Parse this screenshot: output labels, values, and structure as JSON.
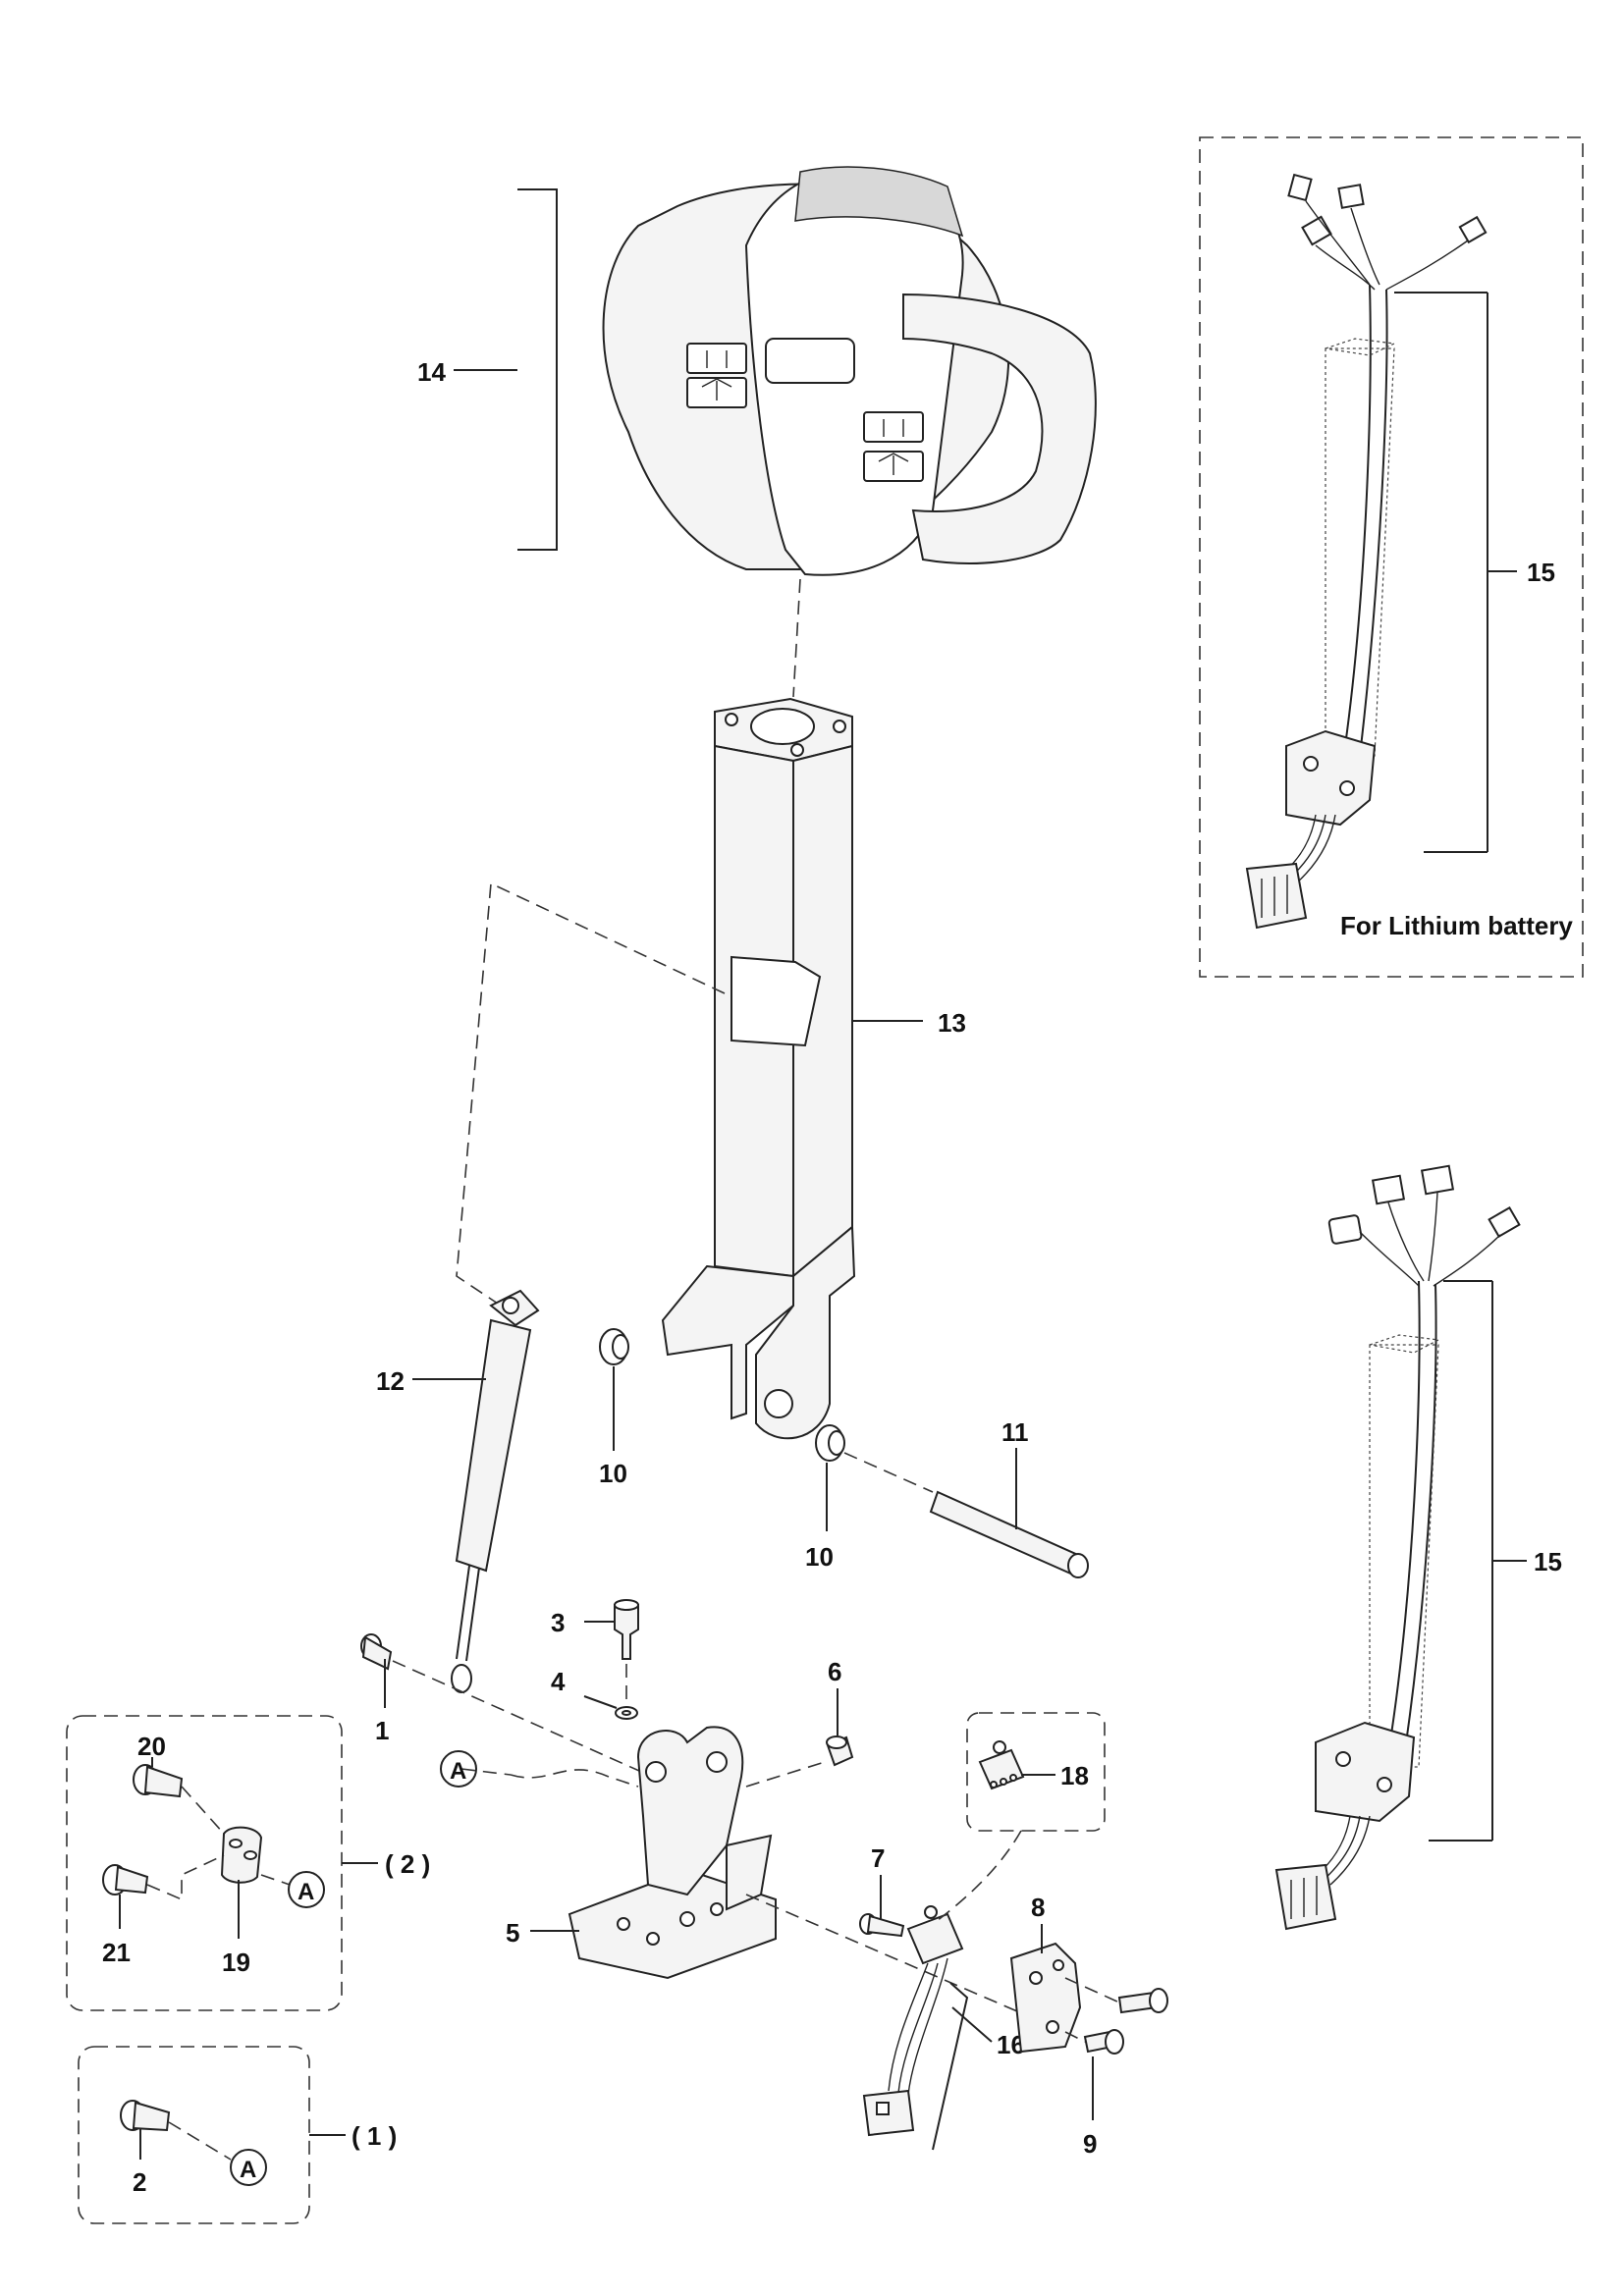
{
  "callouts": {
    "c1": "1",
    "c2": "2",
    "c3": "3",
    "c4": "4",
    "c5": "5",
    "c6": "6",
    "c7": "7",
    "c8": "8",
    "c9": "9",
    "c10a": "10",
    "c10b": "10",
    "c11": "11",
    "c12": "12",
    "c13": "13",
    "c14": "14",
    "c15a": "15",
    "c15b": "15",
    "c16": "16",
    "c18": "18",
    "c19": "19",
    "c20": "20",
    "c21": "21"
  },
  "groups": {
    "g1": "( 1 )",
    "g2": "( 2 )"
  },
  "refs": {
    "a_main": "A",
    "a_g2": "A",
    "a_g1": "A"
  },
  "notes": {
    "lithium": "For Lithium battery"
  }
}
